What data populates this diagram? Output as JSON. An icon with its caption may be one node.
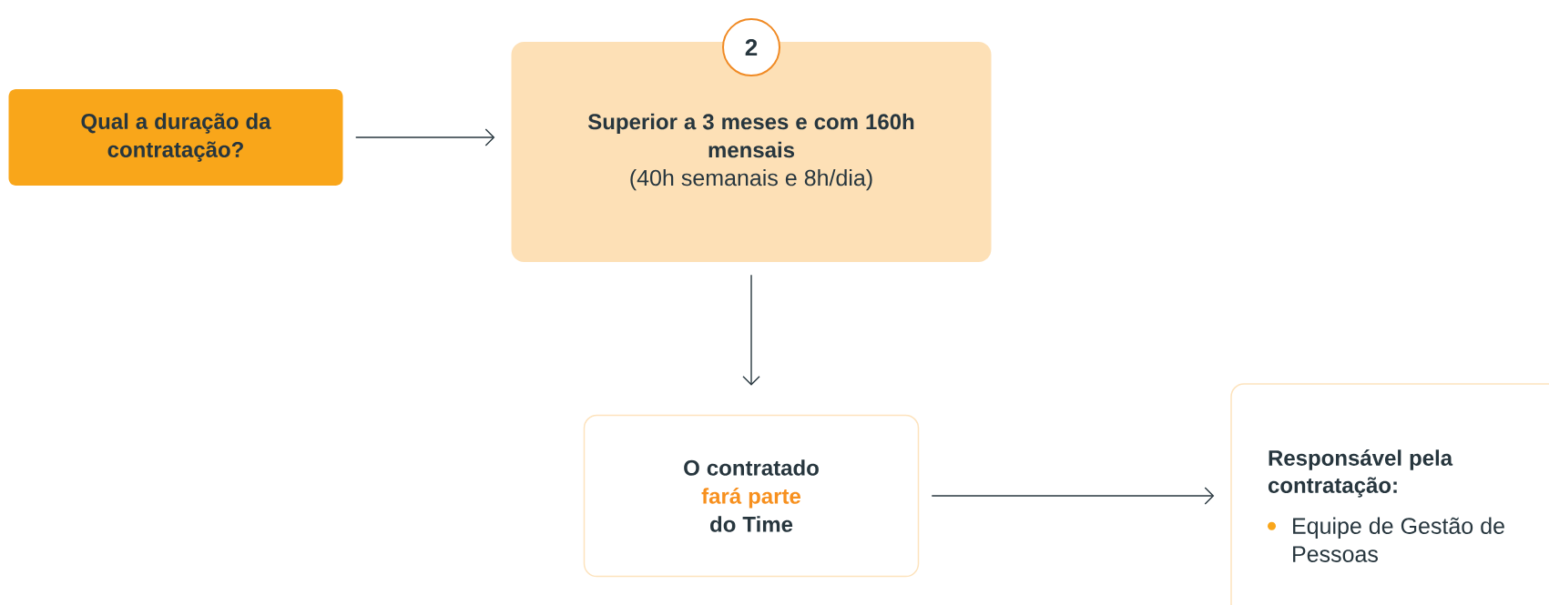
{
  "diagram": {
    "nodes": [
      {
        "text": [
          "Qual a duração da contratação?"
        ]
      },
      {
        "text": [
          "2"
        ]
      },
      {
        "text": [
          "Superior a 3 meses e com 160h mensais",
          "(40h semanais e 8h/dia)"
        ]
      },
      {
        "text": [
          "O contratado",
          "fará parte",
          "do Time"
        ]
      },
      {
        "text": [
          "Responsável pela contratação:",
          "Equipe de Gestão de Pessoas"
        ]
      }
    ],
    "edges": [
      {
        "from": 0,
        "to": 2,
        "arrow": "to"
      },
      {
        "from": 2,
        "to": 3,
        "arrow": "to"
      },
      {
        "from": 3,
        "to": 4,
        "arrow": "to"
      }
    ]
  }
}
